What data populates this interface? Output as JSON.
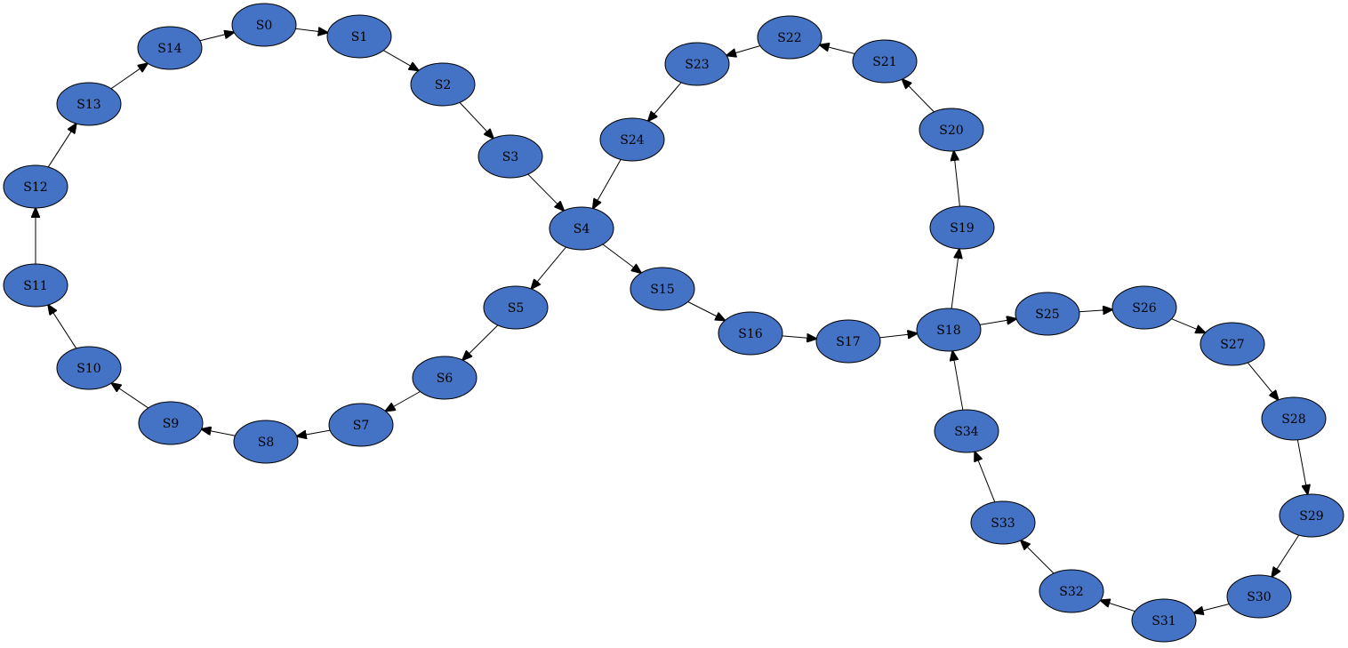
{
  "diagram": {
    "type": "directed-graph",
    "colors": {
      "node_fill": "#4472C4",
      "stroke": "#000000",
      "text": "#000000",
      "background": "#FFFFFF"
    },
    "nodes": [
      "S0",
      "S1",
      "S2",
      "S3",
      "S4",
      "S5",
      "S6",
      "S7",
      "S8",
      "S9",
      "S10",
      "S11",
      "S12",
      "S13",
      "S14",
      "S15",
      "S16",
      "S17",
      "S18",
      "S19",
      "S20",
      "S21",
      "S22",
      "S23",
      "S24",
      "S25",
      "S26",
      "S27",
      "S28",
      "S29",
      "S30",
      "S31",
      "S32",
      "S33",
      "S34"
    ],
    "edges": [
      [
        "S0",
        "S1"
      ],
      [
        "S1",
        "S2"
      ],
      [
        "S2",
        "S3"
      ],
      [
        "S3",
        "S4"
      ],
      [
        "S4",
        "S5"
      ],
      [
        "S5",
        "S6"
      ],
      [
        "S6",
        "S7"
      ],
      [
        "S7",
        "S8"
      ],
      [
        "S8",
        "S9"
      ],
      [
        "S9",
        "S10"
      ],
      [
        "S10",
        "S11"
      ],
      [
        "S11",
        "S12"
      ],
      [
        "S12",
        "S13"
      ],
      [
        "S13",
        "S14"
      ],
      [
        "S14",
        "S0"
      ],
      [
        "S4",
        "S15"
      ],
      [
        "S15",
        "S16"
      ],
      [
        "S16",
        "S17"
      ],
      [
        "S17",
        "S18"
      ],
      [
        "S18",
        "S19"
      ],
      [
        "S19",
        "S20"
      ],
      [
        "S20",
        "S21"
      ],
      [
        "S21",
        "S22"
      ],
      [
        "S22",
        "S23"
      ],
      [
        "S23",
        "S24"
      ],
      [
        "S24",
        "S4"
      ],
      [
        "S18",
        "S25"
      ],
      [
        "S25",
        "S26"
      ],
      [
        "S26",
        "S27"
      ],
      [
        "S27",
        "S28"
      ],
      [
        "S28",
        "S29"
      ],
      [
        "S29",
        "S30"
      ],
      [
        "S30",
        "S31"
      ],
      [
        "S31",
        "S32"
      ],
      [
        "S32",
        "S33"
      ],
      [
        "S33",
        "S34"
      ],
      [
        "S34",
        "S18"
      ]
    ]
  }
}
